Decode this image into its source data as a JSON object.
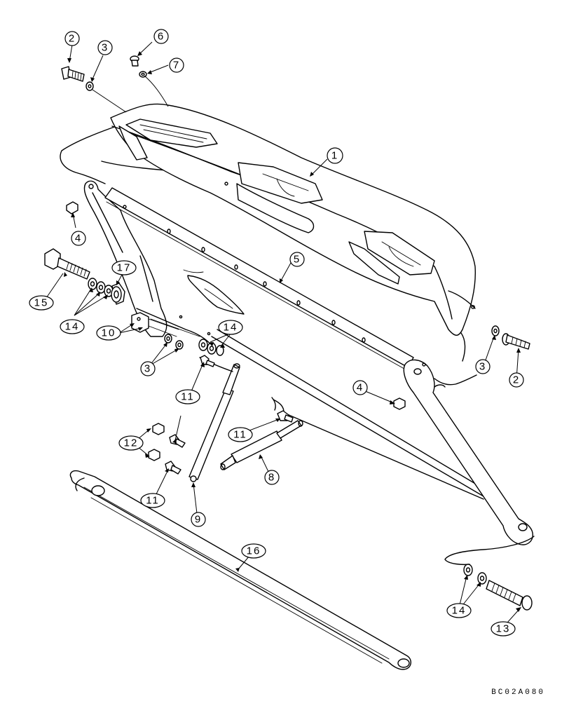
{
  "drawing_code": "BC02A080",
  "callouts": [
    {
      "id": "c1",
      "label": "1"
    },
    {
      "id": "c2a",
      "label": "2"
    },
    {
      "id": "c2b",
      "label": "2"
    },
    {
      "id": "c3a",
      "label": "3"
    },
    {
      "id": "c3b",
      "label": "3"
    },
    {
      "id": "c3c",
      "label": "3"
    },
    {
      "id": "c4a",
      "label": "4"
    },
    {
      "id": "c4b",
      "label": "4"
    },
    {
      "id": "c5",
      "label": "5"
    },
    {
      "id": "c6",
      "label": "6"
    },
    {
      "id": "c7",
      "label": "7"
    },
    {
      "id": "c8",
      "label": "8"
    },
    {
      "id": "c9",
      "label": "9"
    },
    {
      "id": "c10",
      "label": "10"
    },
    {
      "id": "c11a",
      "label": "11"
    },
    {
      "id": "c11b",
      "label": "11"
    },
    {
      "id": "c11c",
      "label": "11"
    },
    {
      "id": "c12",
      "label": "12"
    },
    {
      "id": "c13",
      "label": "13"
    },
    {
      "id": "c14a",
      "label": "14"
    },
    {
      "id": "c14b",
      "label": "14"
    },
    {
      "id": "c14c",
      "label": "14"
    },
    {
      "id": "c15",
      "label": "15"
    },
    {
      "id": "c16",
      "label": "16"
    },
    {
      "id": "c17",
      "label": "17"
    }
  ]
}
